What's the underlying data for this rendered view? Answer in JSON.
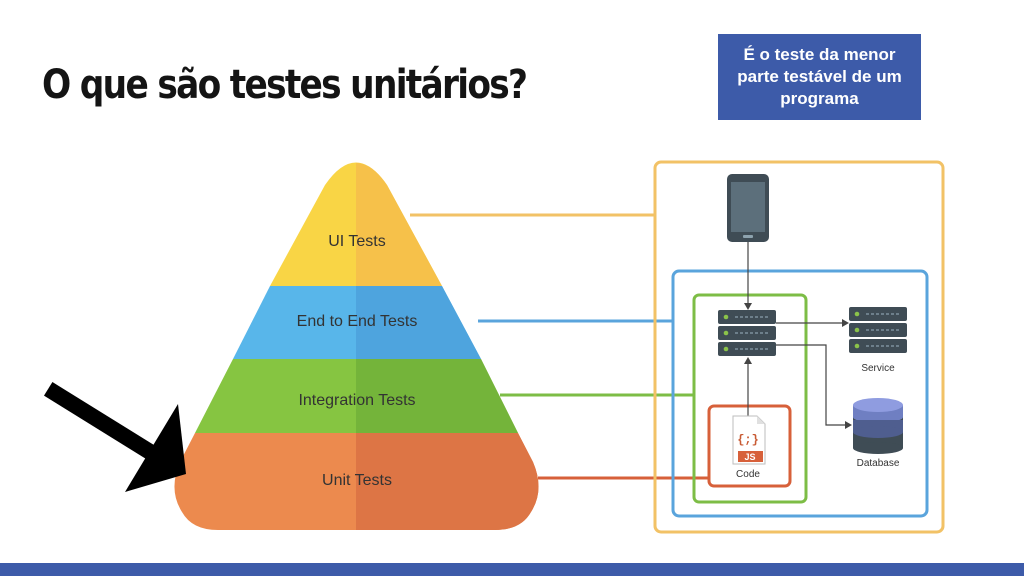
{
  "title": "O que são testes unitários?",
  "callout": "É o teste da menor parte testável de um programa",
  "pyramid": {
    "levels": [
      {
        "label": "UI Tests",
        "color": "#f9d545",
        "shade": "#f6c14a"
      },
      {
        "label": "End to End Tests",
        "color": "#58b6ea",
        "shade": "#4ea4de"
      },
      {
        "label": "Integration Tests",
        "color": "#86c541",
        "shade": "#74b43a"
      },
      {
        "label": "Unit Tests",
        "color": "#ec8a4e",
        "shade": "#dd7545"
      }
    ]
  },
  "architecture": {
    "service_label": "Service",
    "database_label": "Database",
    "code_label": "Code",
    "code_badge": "JS",
    "code_glyph": "{;}"
  },
  "colors": {
    "accent": "#3d5ba9",
    "ui_box": "#f2c266",
    "e2e_box": "#5aa4dc",
    "integration_box": "#7dbd46",
    "unit_box": "#d7603a"
  }
}
